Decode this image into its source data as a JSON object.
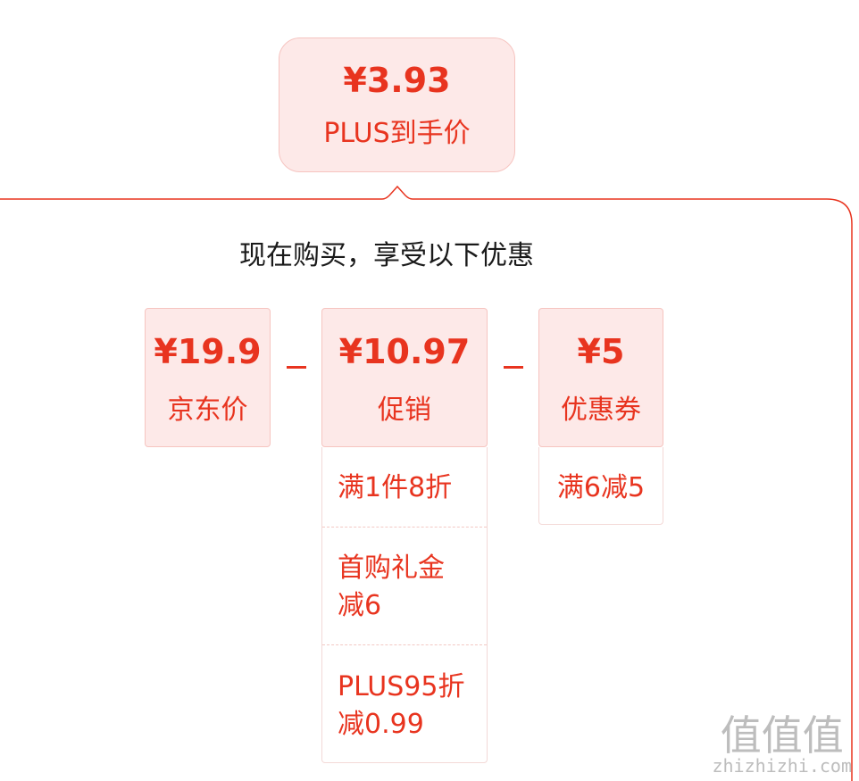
{
  "final": {
    "price": "¥3.93",
    "label": "PLUS到手价"
  },
  "headline": "现在购买，享受以下优惠",
  "components": [
    {
      "price": "¥19.9",
      "label": "京东价"
    },
    {
      "price": "¥10.97",
      "label": "促销"
    },
    {
      "price": "¥5",
      "label": "优惠券"
    }
  ],
  "operators": [
    "−",
    "−"
  ],
  "promotion_details": [
    "满1件8折",
    "首购礼金减6",
    "PLUS95折减0.99"
  ],
  "coupon_details": [
    "满6减5"
  ],
  "watermark": {
    "glyphs": "值值值",
    "text": "zhizhizhi.com"
  },
  "colors": {
    "accent": "#e8341f",
    "card_bg": "#fde9e8",
    "card_border": "#f6c4c0"
  }
}
